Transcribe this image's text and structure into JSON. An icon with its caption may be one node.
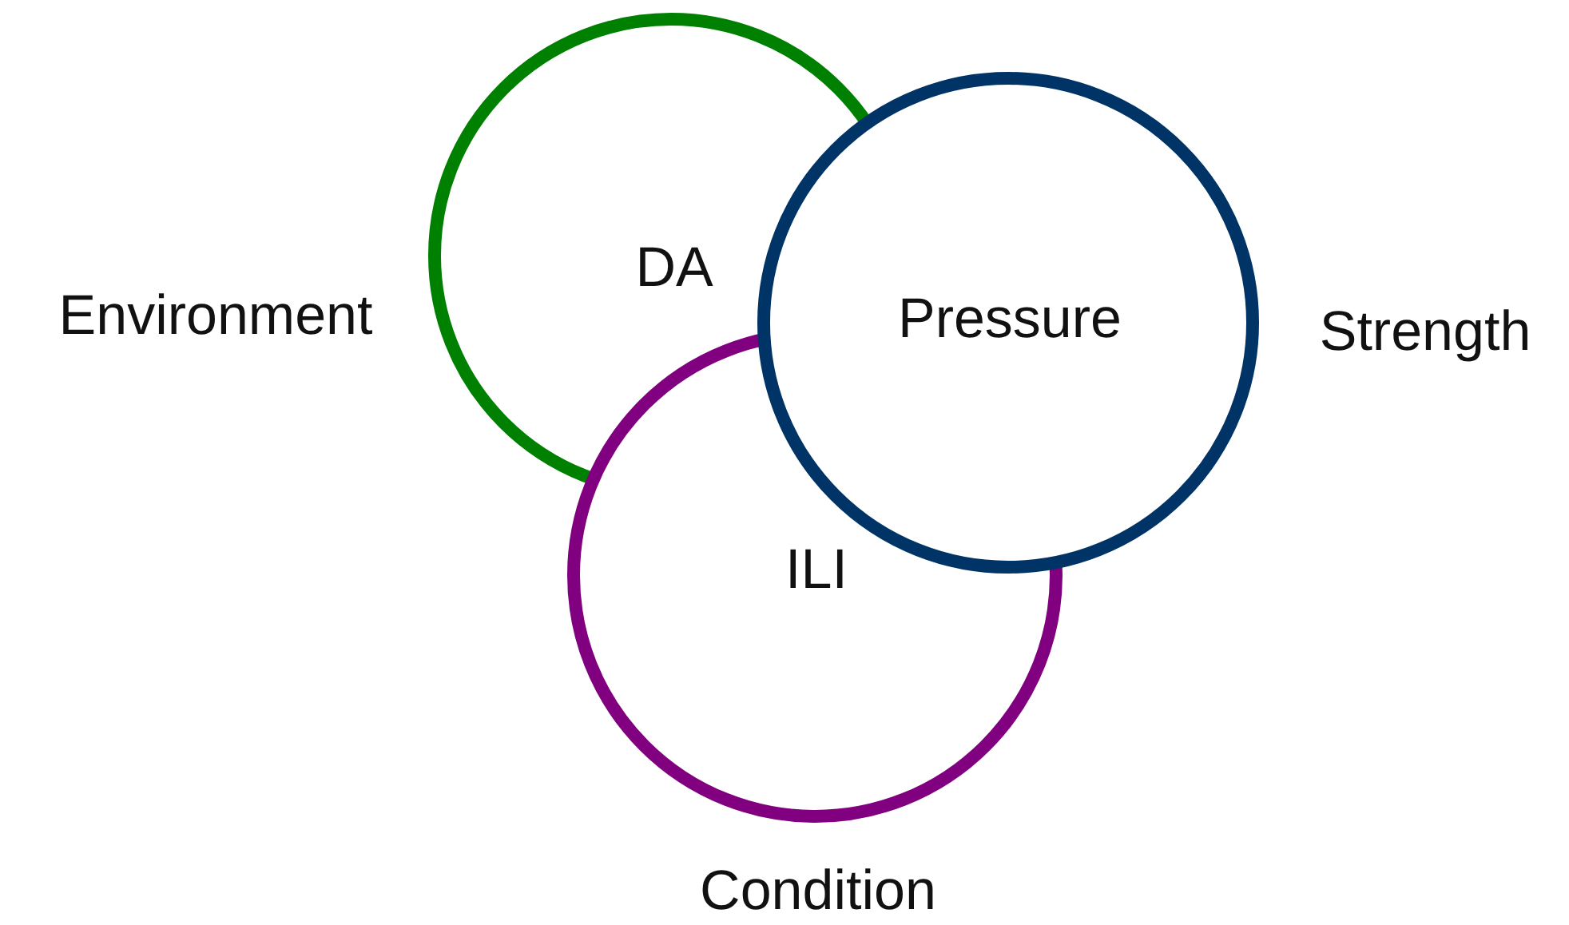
{
  "diagram": {
    "nodes": [
      {
        "text": [
          "DA"
        ]
      },
      {
        "text": [
          "Pressure"
        ]
      },
      {
        "text": [
          "ILI"
        ]
      }
    ],
    "labels": [
      "Environment",
      "Strength",
      "Condition"
    ]
  }
}
